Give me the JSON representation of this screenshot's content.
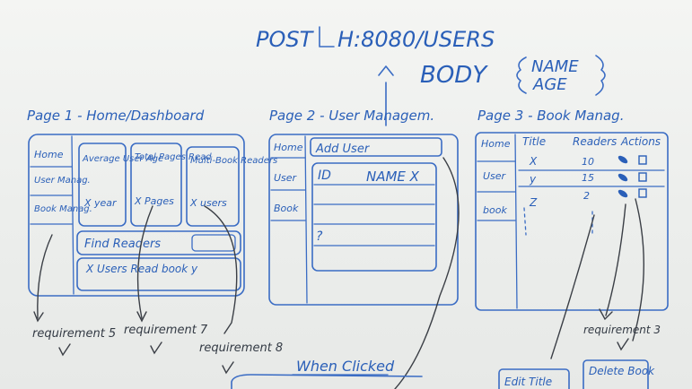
{
  "header": {
    "post_line": "POST",
    "post_path": "H:8080/USERS",
    "body_label": "BODY",
    "body_name": "NAME",
    "body_age": "AGE"
  },
  "page1": {
    "title": "Page 1 - Home/Dashboard",
    "nav": [
      "Home",
      "User Manag.",
      "Book Manag."
    ],
    "cards": [
      {
        "title": "Average User Age",
        "value": "X year"
      },
      {
        "title": "Total Pages Read",
        "value": "X Pages"
      },
      {
        "title": "Multi-Book Readers",
        "value": "X users"
      }
    ],
    "find_label": "Find Readers",
    "find_result": "X Users Read book y"
  },
  "page2": {
    "title": "Page 2 - User Managem.",
    "nav": [
      "Home",
      "User",
      "Book"
    ],
    "add_user": "Add User",
    "table_id": "ID",
    "table_name": "NAME X",
    "row_marker": "?"
  },
  "page3": {
    "title": "Page 3 - Book Manag.",
    "nav": [
      "Home",
      "User",
      "book"
    ],
    "columns": [
      "Title",
      "Readers",
      "Actions"
    ],
    "rows": [
      {
        "title": "X",
        "readers": "10"
      },
      {
        "title": "y",
        "readers": "15"
      },
      {
        "title": "Z",
        "readers": "2"
      }
    ]
  },
  "requirements": [
    "requirement 5",
    "requirement 7",
    "requirement 8",
    "requirement 3"
  ],
  "bottom": {
    "when_clicked": "When Clicked",
    "edit_title": "Edit Title",
    "delete_book": "Delete Book"
  },
  "colors": {
    "ink": "#2a5fb8",
    "dark_ink": "#3b3f46",
    "board": "#eff0ee"
  }
}
